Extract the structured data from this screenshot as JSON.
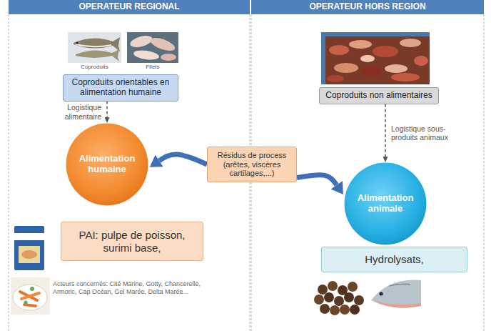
{
  "diagram": {
    "nodes": [
      {
        "text": [
          "OPERATEUR REGIONAL"
        ]
      },
      {
        "text": [
          "OPERATEUR HORS REGION"
        ]
      },
      {
        "text": [
          "Coproduits orientables en alimentation humaine"
        ]
      },
      {
        "text": [
          "Coproduits non alimentaires"
        ]
      },
      {
        "text": [
          "Alimentation humaine"
        ]
      },
      {
        "text": [
          "Résidus de process",
          "(arêtes, viscères cartilages,...)"
        ]
      },
      {
        "text": [
          "Alimentation animale"
        ]
      },
      {
        "text": [
          "PAI: pulpe de poisson, surimi base,"
        ]
      },
      {
        "text": [
          "Hydrolysats,"
        ]
      }
    ],
    "edges": [
      {
        "from": 2,
        "to": 4,
        "arrow": "to",
        "label": "Logistique alimentaire"
      },
      {
        "from": 3,
        "to": 6,
        "arrow": "to",
        "label": "Logistique sous-produits animaux"
      },
      {
        "from": 5,
        "to": 4,
        "arrow": "to"
      },
      {
        "from": 5,
        "to": 6,
        "arrow": "to"
      }
    ],
    "labels": [
      "Coproduits",
      "Filets",
      "Acteurs concernés: Cité Marine, Gotty, Chancerelle, Armoric, Cap Océan, Gel Marée, Delta Marée..."
    ]
  }
}
